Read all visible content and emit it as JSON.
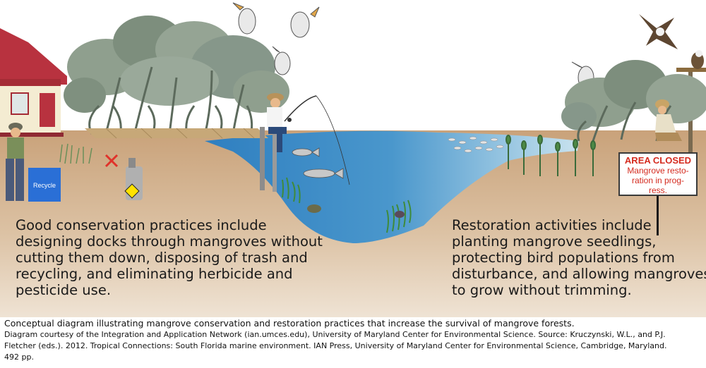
{
  "left_text": [
    "Good conservation practices include",
    "designing docks through mangroves without",
    "cutting them down, disposing of trash and",
    "recycling, and eliminating herbicide and",
    "pesticide use."
  ],
  "right_text": [
    "Restoration activities include",
    "planting mangrove seedlings,",
    "protecting bird populations from",
    "disturbance, and allowing mangroves",
    "to grow without trimming."
  ],
  "sign": {
    "title": "AREA CLOSED",
    "lines": [
      "Mangrove resto-",
      "ration in prog-",
      "ress."
    ]
  },
  "recycle_bin_label": "Recycle",
  "caption": {
    "title": "Conceptual diagram illustrating mangrove conservation and restoration practices that increase the survival of mangrove forests.",
    "credit": [
      "Diagram courtesy of the Integration and Application Network (ian.umces.edu), University of Maryland Center for Environmental Science. Source: Kruczynski, W.L., and P.J.",
      "Fletcher (eds.). 2012. Tropical Connections: South Florida marine environment. IAN Press, University of Maryland Center for Environmental Science, Cambridge, Maryland.",
      "492 pp."
    ]
  },
  "colors": {
    "soil": "#c9a27a",
    "soil_light": "#e8d6bf",
    "water": "#4a97cc",
    "mangrove_canopy": "#8a9a8a",
    "sign_text": "#d42a1e",
    "recycle_bin": "#2a6fd6",
    "house": "#b8323f"
  },
  "icons": [
    "house",
    "mangrove-trees",
    "dock",
    "pelican",
    "osprey",
    "fisherman",
    "fish",
    "crab",
    "turtle",
    "seagrass",
    "seedling",
    "person-planting",
    "person-recycling",
    "recycle-bin",
    "herbicide-spray",
    "sign-post"
  ]
}
